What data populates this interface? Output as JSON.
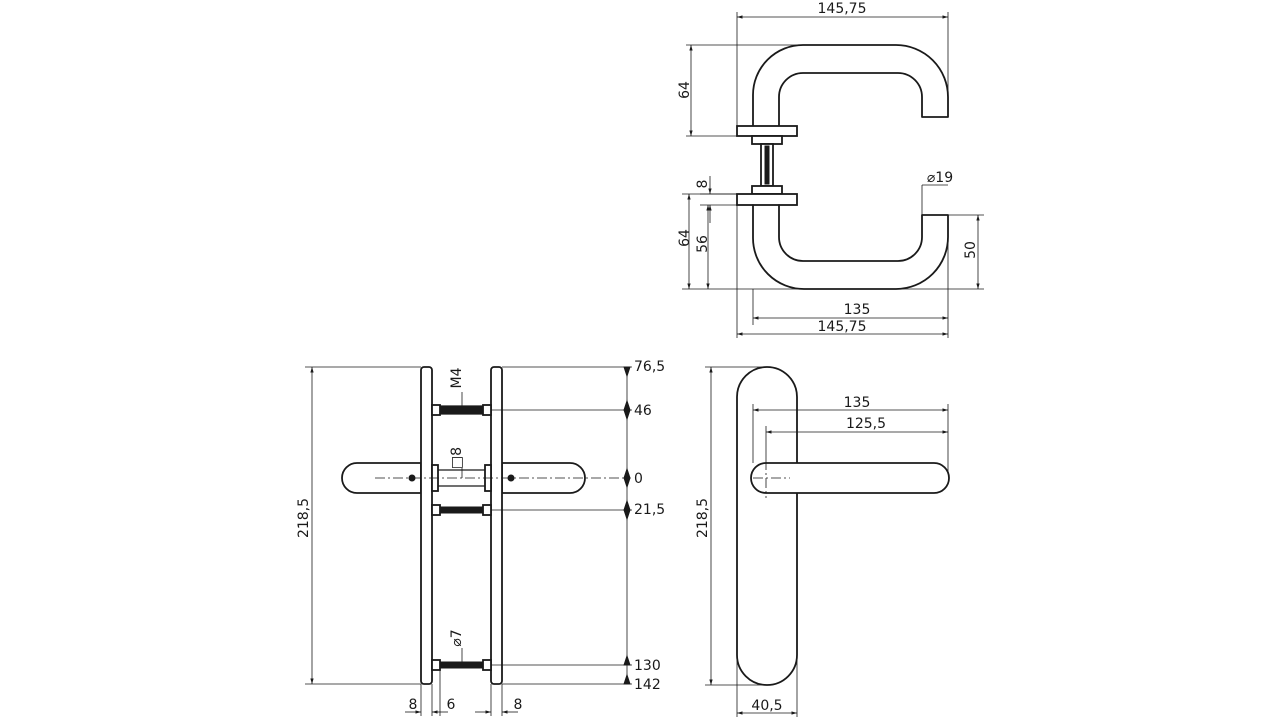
{
  "top_view": {
    "overall_width_top": "145,75",
    "height_top": "64",
    "rose_thickness": "8",
    "diameter": "⌀19",
    "height_bottom": "64",
    "height_inner": "56",
    "grip_drop": "50",
    "reach": "135",
    "overall_width_bottom": "145,75"
  },
  "front_view": {
    "thread_size": "M4",
    "spindle": "□8",
    "hole": "⌀7",
    "total_height": "218,5",
    "positions": [
      "76,5",
      "46",
      "0",
      "21,5",
      "130",
      "142"
    ],
    "bottom_dims": [
      "8",
      "6",
      "8"
    ]
  },
  "side_view": {
    "reach": "135",
    "reach_inner": "125,5",
    "total_height": "218,5",
    "plate_width": "40,5"
  },
  "colors": {
    "line": "#1a1a1a",
    "background": "#ffffff"
  }
}
